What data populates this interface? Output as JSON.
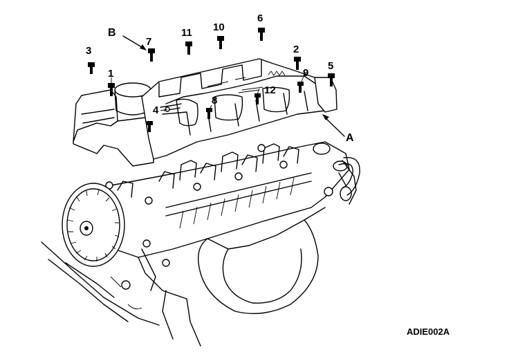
{
  "figure_code": "ADIE002A",
  "callouts": {
    "c1": "1",
    "c2": "2",
    "c3": "3",
    "c4": "4",
    "c5": "5",
    "c6": "6",
    "c7": "7",
    "c8": "8",
    "c9": "9",
    "c10": "10",
    "c11": "11",
    "c12": "12",
    "cA": "A",
    "cB": "B"
  }
}
